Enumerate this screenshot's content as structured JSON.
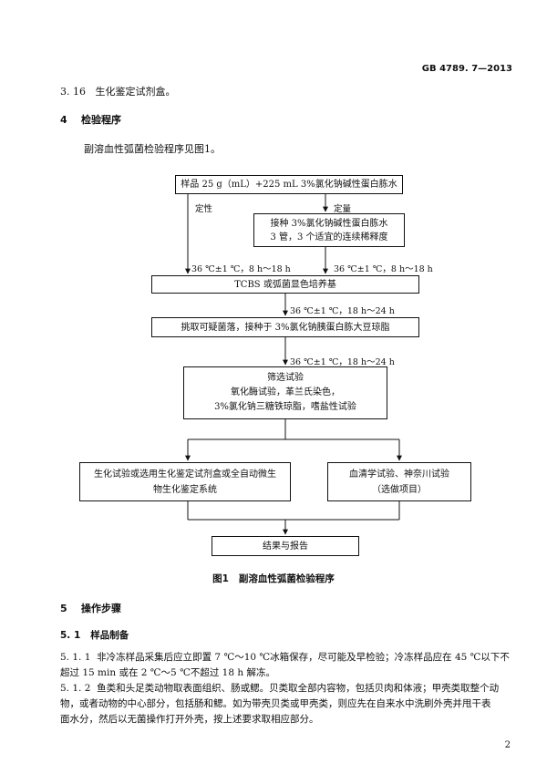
{
  "header": {
    "standard_id": "GB 4789. 7—2013"
  },
  "clause_3_16": {
    "number": "3. 16",
    "text": "生化鉴定试剂盒。"
  },
  "section_4": {
    "number": "4",
    "title": "检验程序"
  },
  "intro": "副溶血性弧菌检验程序见图1。",
  "flowchart": {
    "sample_box": "样品 25 g（mL）+225 mL 3%氯化钠碱性蛋白胨水",
    "qualitative_label": "定性",
    "quantitative_label": "定量",
    "inoculate_box": {
      "line1": "接种 3%氯化钠碱性蛋白胨水",
      "line2": "3 管，3 个适宜的连续稀释度"
    },
    "incubate_left": "36 ℃±1 ℃，8 h～18 h",
    "incubate_right": "36 ℃±1 ℃，8 h～18 h",
    "tcbs_box": "TCBS 或弧菌显色培养基",
    "incubate_2": "36 ℃±1 ℃，18 h～24 h",
    "pick_box": "挑取可疑菌落，接种于 3%氯化钠胰蛋白胨大豆琼脂",
    "incubate_3": "36 ℃±1 ℃，18 h～24 h",
    "screen_box": {
      "line1": "筛选试验",
      "line2": "氧化酶试验，革兰氏染色，",
      "line3": "3%氯化钠三糖铁琼脂，嗜盐性试验"
    },
    "biochem_box": {
      "line1": "生化试验或选用生化鉴定试剂盒或全自动微生",
      "line2": "物生化鉴定系统"
    },
    "serology_box": {
      "line1": "血清学试验、神奈川试验",
      "line2": "（选做项目）"
    },
    "result_box": "结果与报告"
  },
  "figure_caption": "图1   副溶血性弧菌检验程序",
  "section_5": {
    "number": "5",
    "title": "操作步骤"
  },
  "section_5_1": {
    "number": "5. 1",
    "title": "样品制备"
  },
  "clause_5_1_1": {
    "number": "5. 1. 1",
    "line1": "非冷冻样品采集后应立即置 7 ℃～10 ℃冰箱保存，尽可能及早检验；冷冻样品应在 45 ℃以下不",
    "line2": "超过 15 min 或在 2 ℃～5 ℃不超过 18 h 解冻。"
  },
  "clause_5_1_2": {
    "number": "5. 1. 2",
    "line1": "鱼类和头足类动物取表面组织、肠或鳃。贝类取全部内容物，包括贝肉和体液；甲壳类取整个动",
    "line2": "物，或者动物的中心部分，包括肠和鳃。如为带壳贝类或甲壳类，则应先在自来水中洗刷外壳并甩干表",
    "line3": "面水分，然后以无菌操作打开外壳，按上述要求取相应部分。"
  },
  "page_number": "2"
}
